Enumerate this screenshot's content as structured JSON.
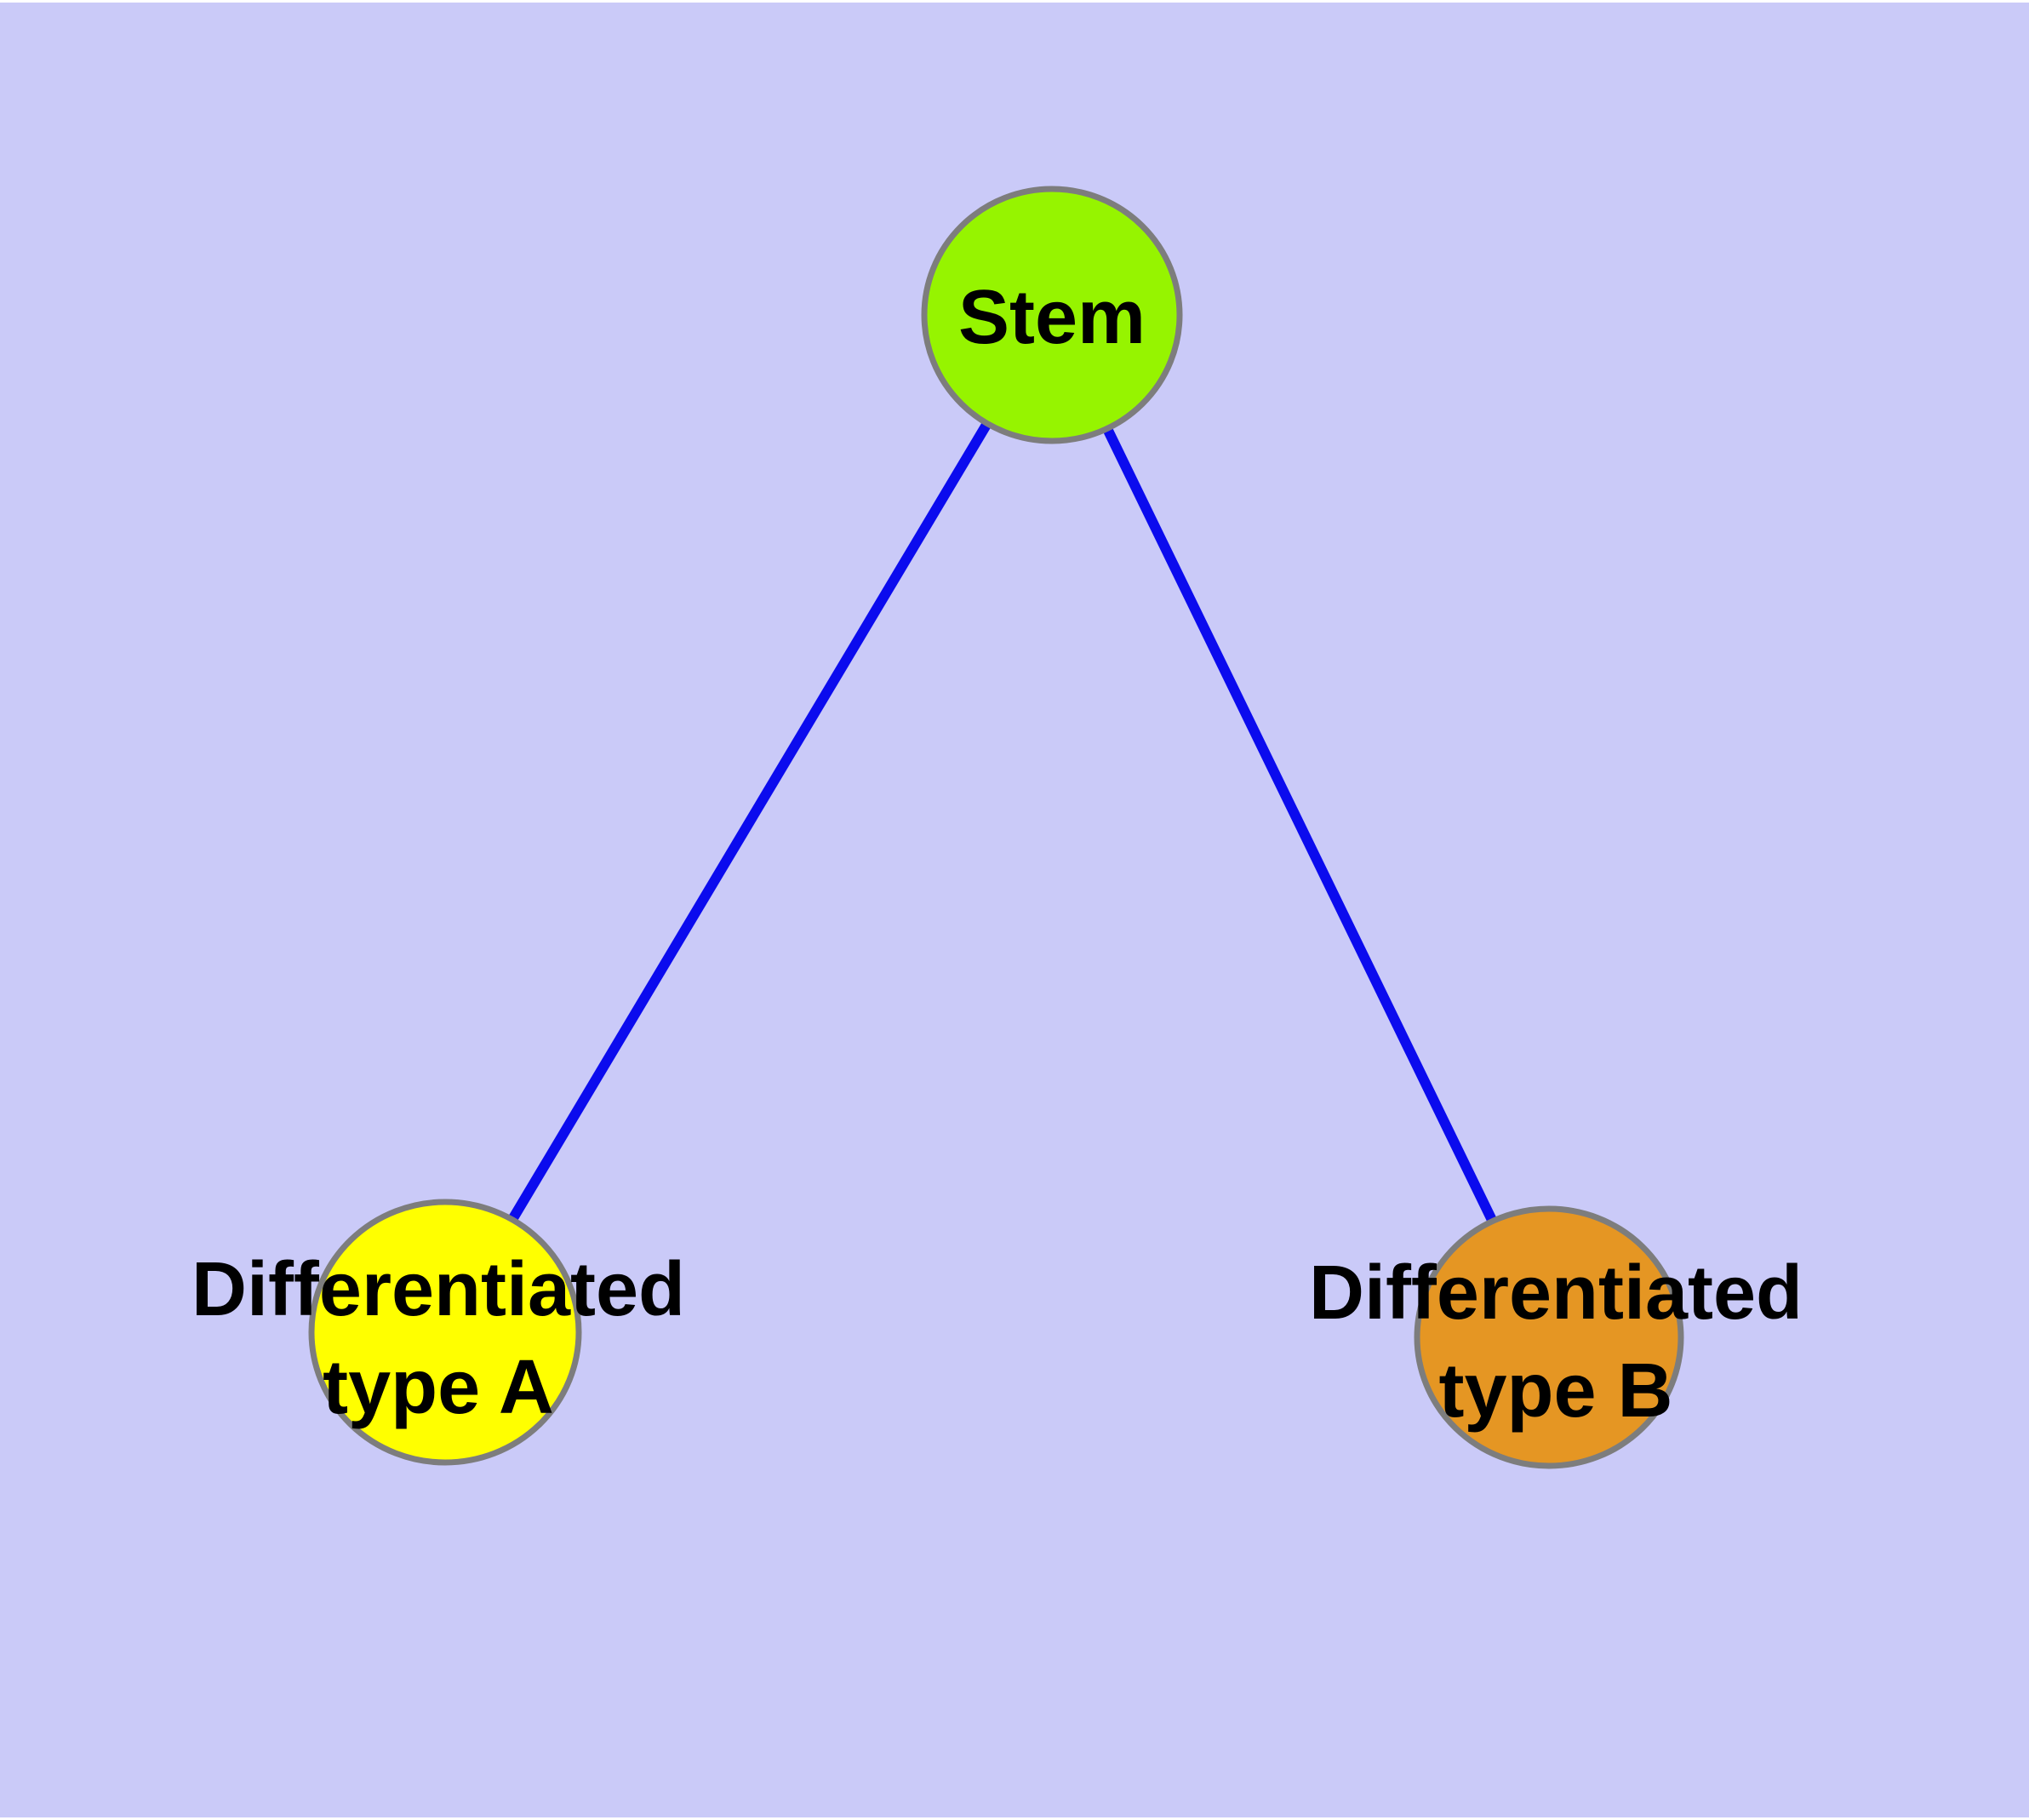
{
  "canvas": {
    "background_color": "#cacaf8",
    "frame_color": "#ffffff"
  },
  "diagram": {
    "type": "node-link-graph",
    "edge_color": "#0b0bee",
    "node_border_color": "#7d7d7d",
    "label_color": "#000000",
    "nodes": [
      {
        "id": "stem",
        "label": "Stem",
        "label_line1": "Stem",
        "label_line2": "",
        "fill": "#96f400"
      },
      {
        "id": "differentiated-type-a",
        "label": "Differentiated type A",
        "label_line1": "Differentiated",
        "label_line2": "type A",
        "fill": "#ffff00"
      },
      {
        "id": "differentiated-type-b",
        "label": "Differentiated type B",
        "label_line1": "Differentiated",
        "label_line2": "type B",
        "fill": "#e59623"
      }
    ],
    "edges": [
      {
        "from": "Stem",
        "to": "Differentiated type A"
      },
      {
        "from": "Stem",
        "to": "Differentiated type B"
      }
    ]
  }
}
